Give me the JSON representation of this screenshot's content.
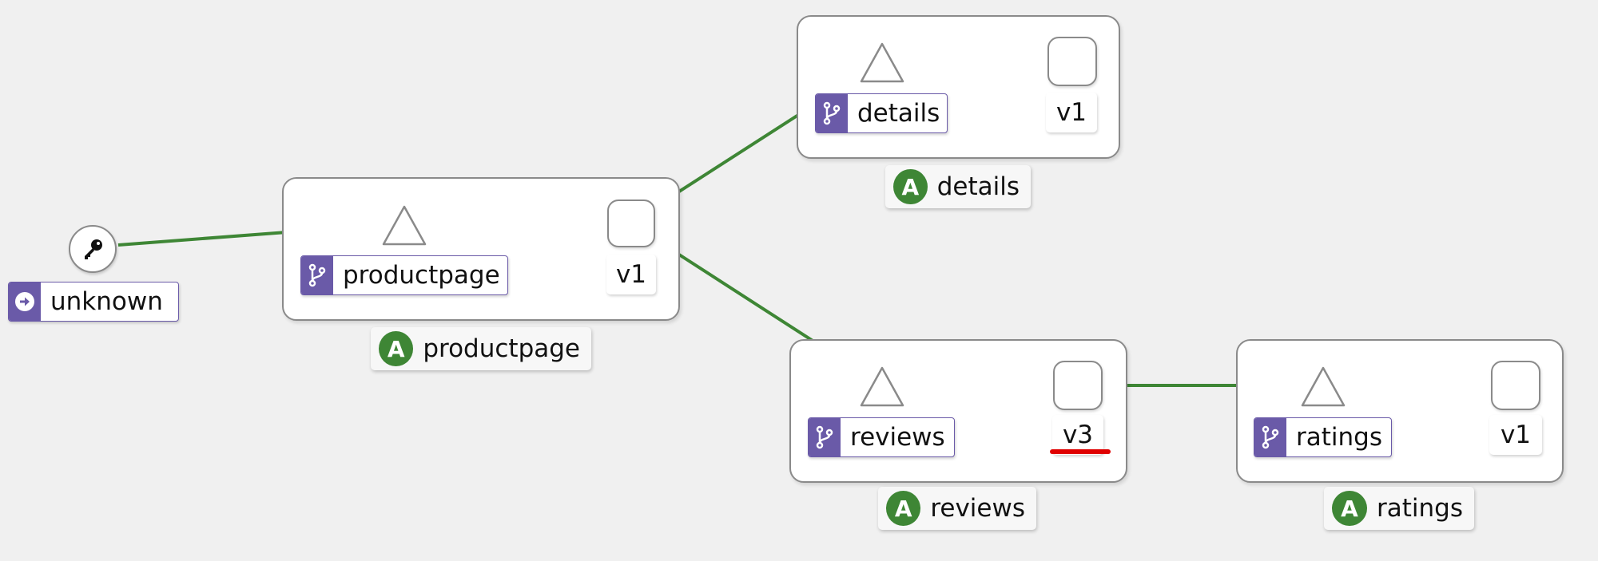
{
  "colors": {
    "edge": "#3e8635",
    "badge": "#6a5aa8",
    "app": "#3e8635",
    "highlight": "#e00000"
  },
  "nodes": {
    "unknown": {
      "label": "unknown",
      "icon": "arrow-right-circle-icon",
      "node_icon": "key-icon"
    },
    "productpage": {
      "service": "productpage",
      "version": "v1",
      "app": "productpage"
    },
    "details": {
      "service": "details",
      "version": "v1",
      "app": "details"
    },
    "reviews": {
      "service": "reviews",
      "version": "v3",
      "app": "reviews"
    },
    "ratings": {
      "service": "ratings",
      "version": "v1",
      "app": "ratings"
    }
  },
  "app_badge_letter": "A",
  "service_icon": "code-branch-icon"
}
